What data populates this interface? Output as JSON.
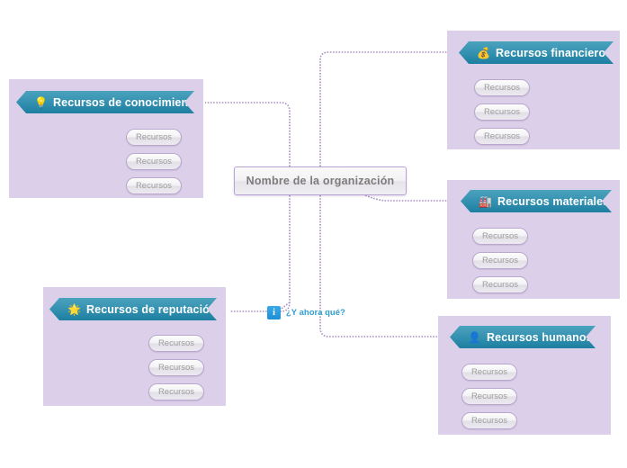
{
  "document": {
    "type": "mind-map",
    "title": "Nombre de la organización"
  },
  "colors": {
    "panel_fill": "#dccfe9",
    "banner_from": "#4ba3bd",
    "banner_to": "#1d7fa1",
    "connector": "#a98fc4",
    "pill_border": "#b9a7cd",
    "pill_text": "#9c9c9c",
    "center_text": "#7c7c7c",
    "info_blue": "#2f9fd0",
    "background": "#ffffff"
  },
  "center": {
    "label": "Nombre de la organización"
  },
  "info": {
    "icon": "info-icon",
    "glyph": "i",
    "label": "¿Y ahora qué?"
  },
  "branches": [
    {
      "id": "conocimiento",
      "title": "Recursos de conocimiento",
      "icon": "lightbulb-icon",
      "glyph": "💡",
      "side": "left",
      "leaves": [
        {
          "label": "Recursos"
        },
        {
          "label": "Recursos"
        },
        {
          "label": "Recursos"
        }
      ]
    },
    {
      "id": "financieros",
      "title": "Recursos financieros",
      "icon": "money-bag-icon",
      "glyph": "💰",
      "side": "right",
      "leaves": [
        {
          "label": "Recursos"
        },
        {
          "label": "Recursos"
        },
        {
          "label": "Recursos"
        }
      ]
    },
    {
      "id": "materiales",
      "title": "Recursos materiales",
      "icon": "factory-icon",
      "glyph": "🏭",
      "side": "right",
      "leaves": [
        {
          "label": "Recursos"
        },
        {
          "label": "Recursos"
        },
        {
          "label": "Recursos"
        }
      ]
    },
    {
      "id": "humanos",
      "title": "Recursos humanos",
      "icon": "person-icon",
      "glyph": "👤",
      "side": "right",
      "leaves": [
        {
          "label": "Recursos"
        },
        {
          "label": "Recursos"
        },
        {
          "label": "Recursos"
        }
      ]
    },
    {
      "id": "reputacion",
      "title": "Recursos de reputación",
      "icon": "star-badge-icon",
      "glyph": "🌟",
      "side": "left",
      "leaves": [
        {
          "label": "Recursos"
        },
        {
          "label": "Recursos"
        },
        {
          "label": "Recursos"
        }
      ]
    }
  ]
}
